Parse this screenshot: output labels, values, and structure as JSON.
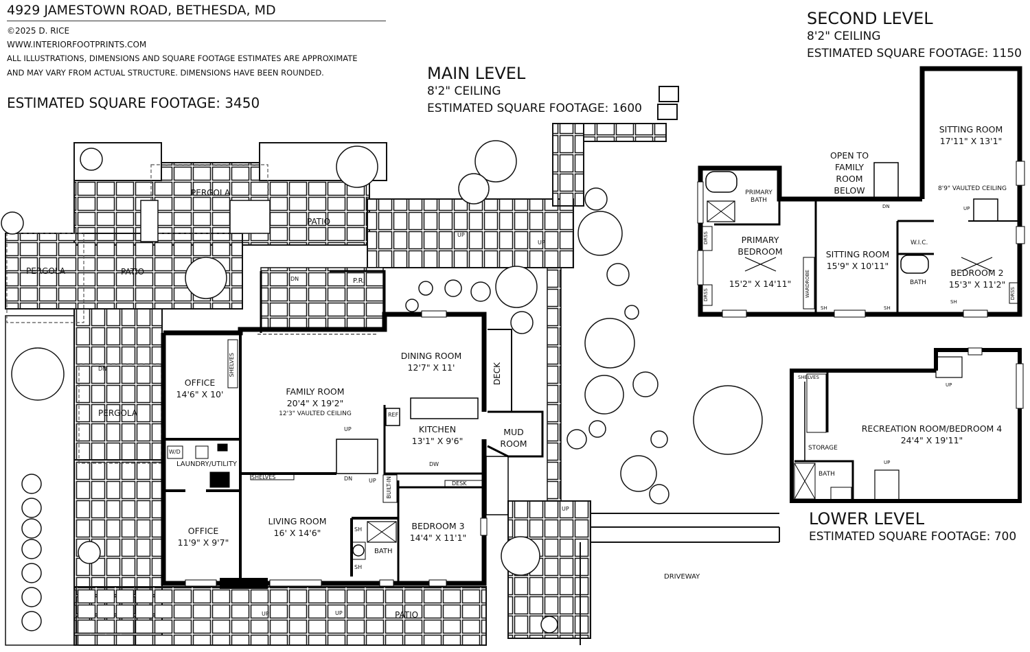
{
  "header": {
    "address": "4929 Jamestown Road, Bethesda, MD",
    "copyright": "©2025 D. Rice",
    "website": "www.interiorfootprints.com",
    "disclaimer_line1": "All illustrations, dimensions and square footage estimates are approximate",
    "disclaimer_line2": "and may vary from actual structure. Dimensions have been rounded.",
    "total_sqft": "Estimated Square Footage: 3450"
  },
  "main_level": {
    "title": "Main Level",
    "ceiling": "8'2\" Ceiling",
    "sqft": "Estimated Square Footage: 1600",
    "rooms": {
      "family_room": {
        "name": "Family Room",
        "dims": "20'4\" X 19'2\"",
        "note": "12'3\" Vaulted Ceiling"
      },
      "dining_room": {
        "name": "Dining Room",
        "dims": "12'7\" X 11'"
      },
      "kitchen": {
        "name": "Kitchen",
        "dims": "13'1\" X 9'6\""
      },
      "office_upper": {
        "name": "Office",
        "dims": "14'6\" X 10'"
      },
      "office_lower": {
        "name": "Office",
        "dims": "11'9\" X 9'7\""
      },
      "living_room": {
        "name": "Living Room",
        "dims": "16' X 14'6\""
      },
      "bedroom3": {
        "name": "Bedroom 3",
        "dims": "14'4\" X 11'1\""
      },
      "laundry": "Laundry/Utility",
      "mud_room_1": "Mud",
      "mud_room_2": "Room",
      "bath": "Bath",
      "powder": "P.R.",
      "deck": "Deck"
    },
    "fixtures": {
      "shelves": "Shelves",
      "ref": "Ref",
      "dw": "DW",
      "desk": "Desk",
      "built_in": "Built-In",
      "wd": "W/D",
      "sh": "SH",
      "up": "UP",
      "dn": "DN"
    },
    "outdoor": {
      "pergola": "Pergola",
      "patio": "Patio",
      "driveway": "Driveway"
    }
  },
  "second_level": {
    "title": "Second Level",
    "ceiling": "8'2\" Ceiling",
    "sqft": "Estimated Square Footage: 1150",
    "rooms": {
      "sitting_room_top": {
        "name": "Sitting Room",
        "dims": "17'11\" X 13'1\"",
        "note": "8'9\" Vaulted Ceiling"
      },
      "open_to": [
        "Open to",
        "Family",
        "Room",
        "Below"
      ],
      "primary_bath": [
        "Primary",
        "Bath"
      ],
      "primary_bedroom": {
        "name1": "Primary",
        "name2": "Bedroom",
        "dims": "15'2\" X 14'11\""
      },
      "sitting_room": {
        "name": "Sitting Room",
        "dims": "15'9\" X 10'11\""
      },
      "bedroom2": {
        "name": "Bedroom 2",
        "dims": "15'3\" X 11'2\""
      },
      "wic": "W.I.C.",
      "bath": "Bath",
      "wardrobe": "Wardrobe",
      "drss": "DRSS",
      "sh": "SH",
      "up": "UP",
      "dn": "DN"
    }
  },
  "lower_level": {
    "title": "Lower Level",
    "sqft": "Estimated Square Footage: 700",
    "rooms": {
      "recreation": {
        "name": "Recreation Room/Bedroom 4",
        "dims": "24'4\" X 19'11\""
      },
      "storage": "Storage",
      "shelves": "Shelves",
      "bath": "Bath",
      "up": "UP"
    }
  }
}
